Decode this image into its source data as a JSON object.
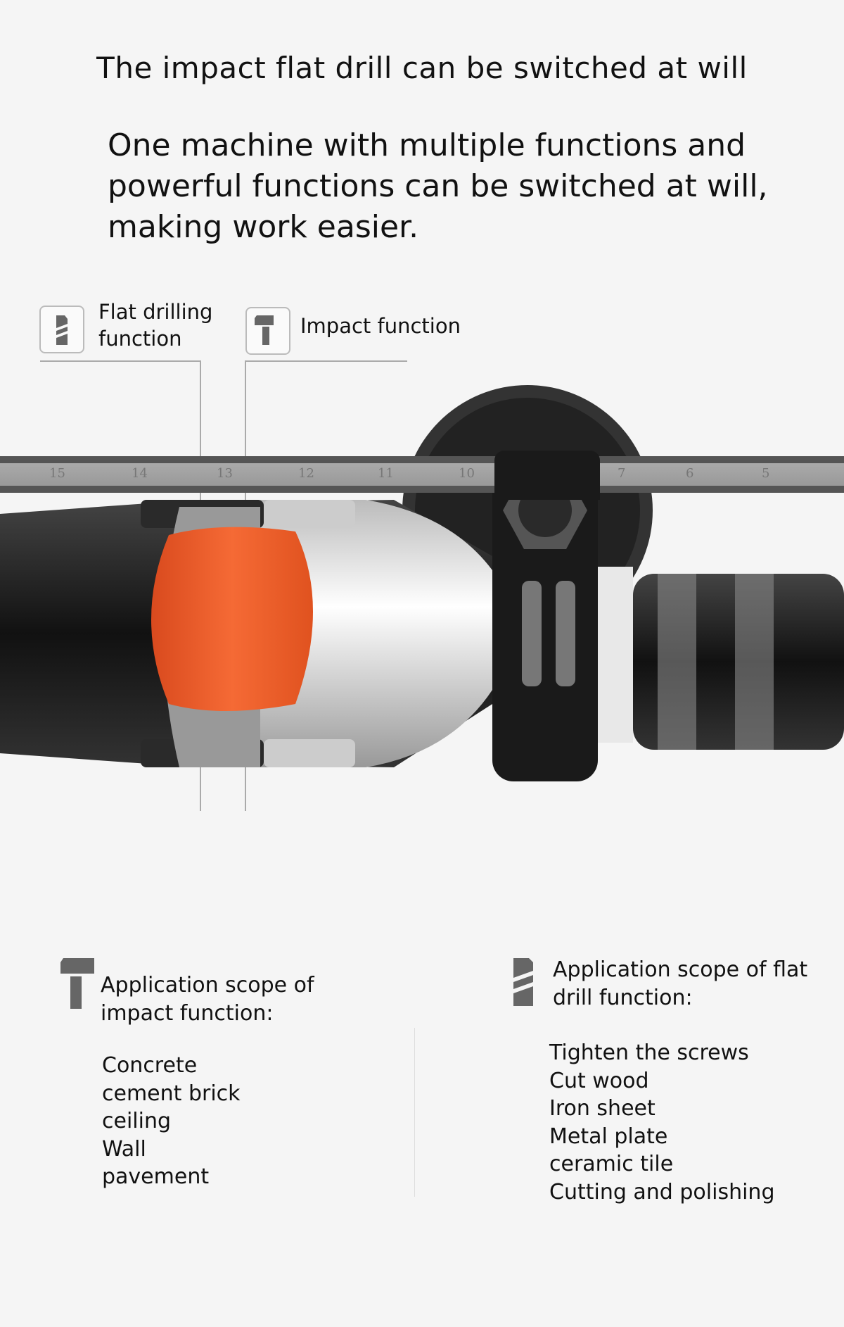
{
  "title": "The impact flat drill can be switched at will",
  "intro": "One machine with multiple functions and powerful functions can be switched at will, making work easier.",
  "labels": {
    "flat_drilling": [
      "Flat drilling",
      "function"
    ],
    "impact": "Impact function"
  },
  "ruler_ticks": [
    "15",
    "14",
    "13",
    "12",
    "11",
    "10",
    "7",
    "6",
    "5"
  ],
  "impact_scope": {
    "title": [
      "Application scope of",
      "impact function:"
    ],
    "items": [
      "Concrete",
      "cement brick",
      "ceiling",
      "Wall",
      "pavement"
    ]
  },
  "flat_scope": {
    "title": [
      "Application scope of flat",
      "drill function:"
    ],
    "items": [
      "Tighten the screws",
      "Cut wood",
      "Iron sheet",
      "Metal plate",
      "ceramic tile",
      "Cutting and polishing"
    ]
  },
  "colors": {
    "switch": "#f0602e",
    "icon": "#666666"
  }
}
